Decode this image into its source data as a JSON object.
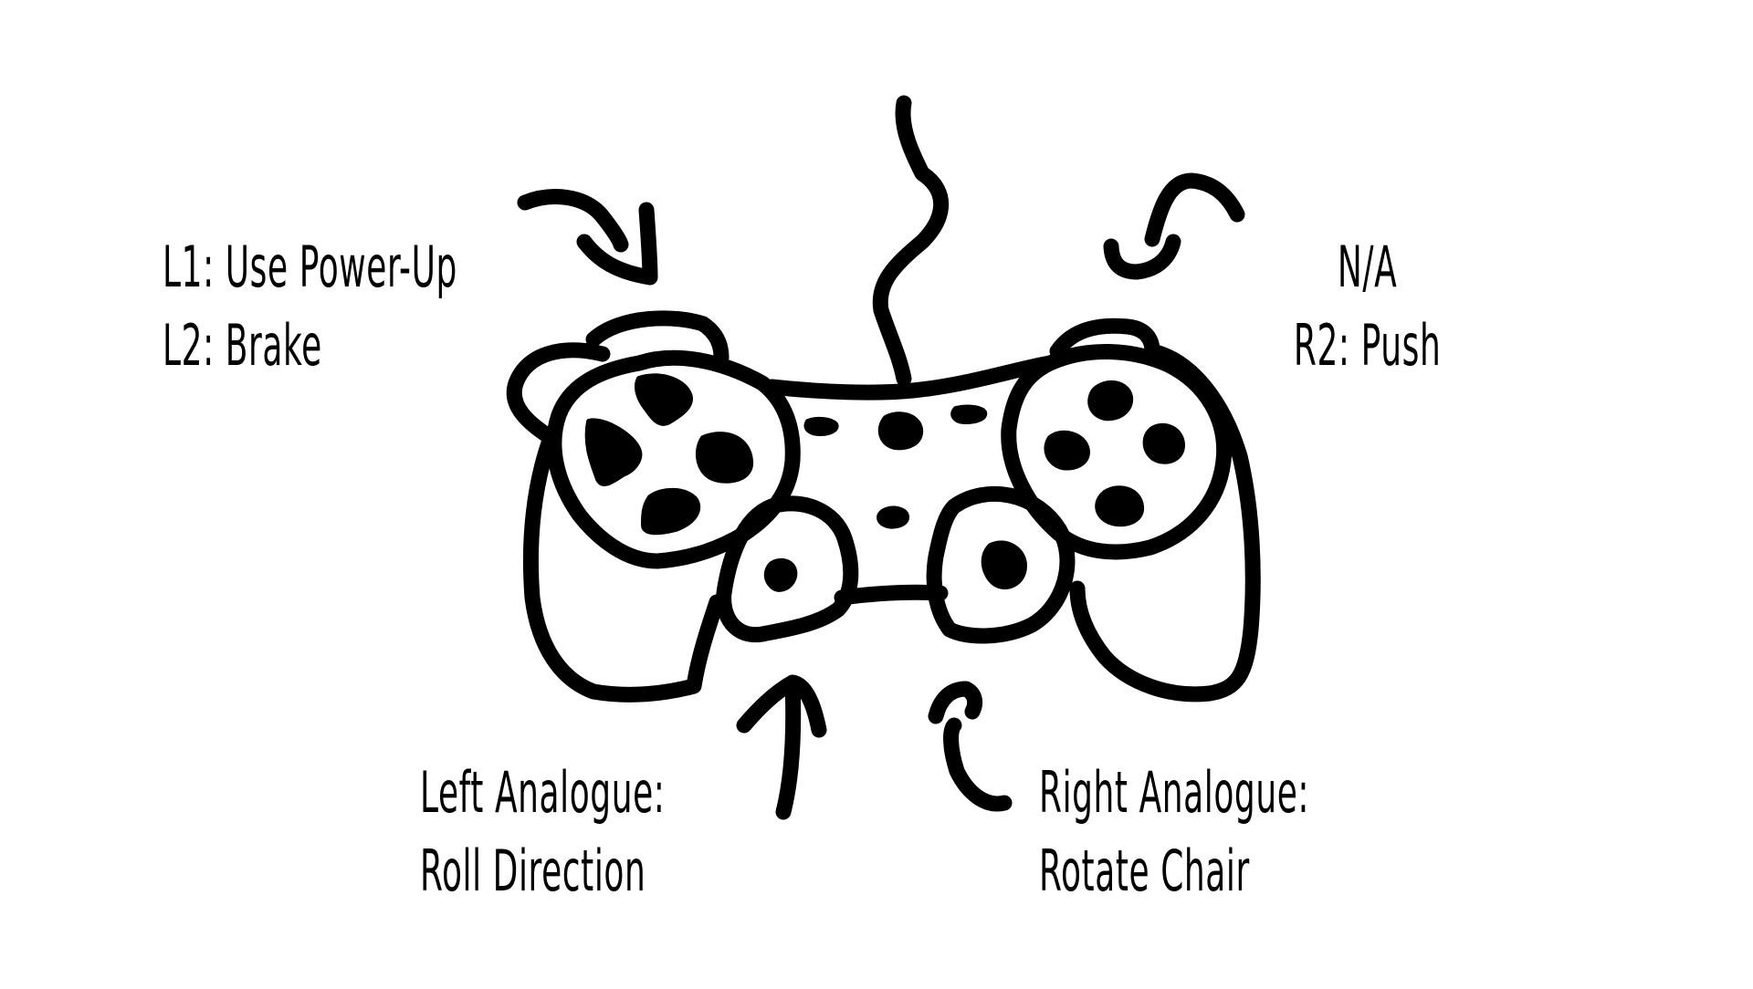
{
  "labels": {
    "left_shoulder": {
      "line1": "L1: Use Power-Up",
      "line2": "L2: Brake"
    },
    "right_shoulder": {
      "line1": "N/A",
      "line2": "R2: Push"
    },
    "left_analogue": {
      "line1": "Left Analogue:",
      "line2": "Roll Direction"
    },
    "right_analogue": {
      "line1": "Right Analogue:",
      "line2": "Rotate Chair"
    }
  },
  "colors": {
    "ink": "#000000",
    "background": "#ffffff"
  }
}
